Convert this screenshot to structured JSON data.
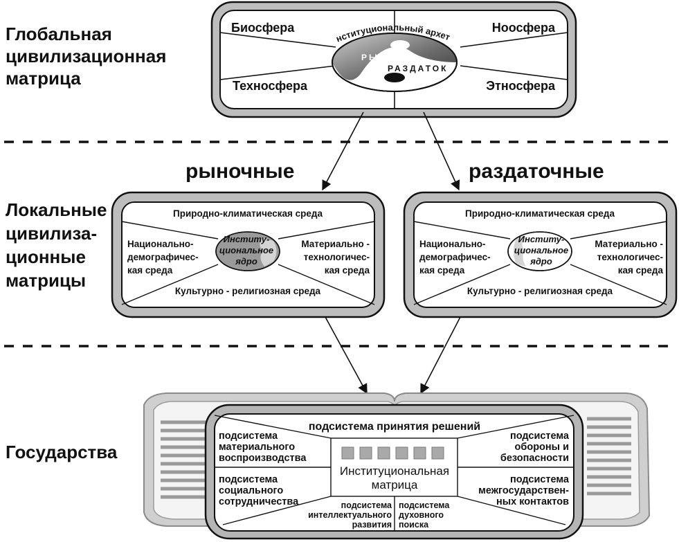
{
  "levels": {
    "global": [
      "Глобальная",
      "цивилизационная",
      "матрица"
    ],
    "local": [
      "Локальные",
      "цивилиза-",
      "ционные",
      "матрицы"
    ],
    "states": "Государства"
  },
  "global_matrix": {
    "top_left": "Биосфера",
    "top_right": "Ноосфера",
    "bottom_left": "Техносфера",
    "bottom_right": "Этносфера",
    "archetype": "Институциональный архетип",
    "market": "РЫНОК",
    "distributive": "РАЗДАТОК"
  },
  "branches": {
    "market": "рыночные",
    "distributive": "раздаточные"
  },
  "local_matrix": {
    "top": "Природно-климатическая среда",
    "left": [
      "Национально-",
      "демографичес-",
      "кая среда"
    ],
    "right": [
      "Материально -",
      "технологичес-",
      "кая среда"
    ],
    "bottom": "Культурно - религиозная среда",
    "core": [
      "Институ-",
      "циональное",
      "ядро"
    ]
  },
  "state": {
    "top": "подсистема принятия решений",
    "left_top": [
      "подсистема",
      "материального",
      "воспроизводства"
    ],
    "left_bottom": [
      "подсистема",
      "социального",
      "сотрудничества"
    ],
    "right_top": [
      "подсистема",
      "обороны и",
      "безопасности"
    ],
    "right_bottom": [
      "подсистема",
      "межгосударствен-",
      "ных контактов"
    ],
    "bottom_left": [
      "подсистема",
      "интеллектуального",
      "развития"
    ],
    "bottom_right": [
      "подсистема",
      "духовного",
      "поиска"
    ],
    "center": [
      "Институциональная",
      "матрица"
    ]
  },
  "colors": {
    "frame": "#a9a9a9",
    "frame_light": "#d0d0d0",
    "core_dark": "#9a9a9a",
    "core_light": "#d4d4d4",
    "ink": "#111111"
  }
}
